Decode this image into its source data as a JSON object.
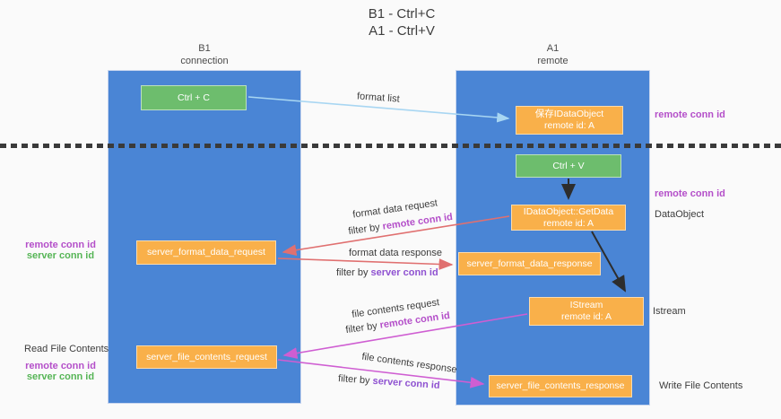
{
  "title": {
    "line1": "B1 - Ctrl+C",
    "line2": "A1 - Ctrl+V"
  },
  "columns": {
    "b1": {
      "header1": "B1",
      "header2": "connection"
    },
    "a1": {
      "header1": "A1",
      "header2": "remote"
    }
  },
  "nodes": {
    "ctrl_c": {
      "label": "Ctrl + C"
    },
    "save_dataobject": {
      "line1": "保存IDataObject",
      "line2": "remote id: A"
    },
    "ctrl_v": {
      "label": "Ctrl + V"
    },
    "getdata": {
      "line1": "IDataObject::GetData",
      "line2": "remote id: A"
    },
    "format_request": {
      "label": "server_format_data_request"
    },
    "format_response": {
      "label": "server_format_data_response"
    },
    "istream": {
      "line1": "IStream",
      "line2": "remote id: A"
    },
    "file_request": {
      "label": "server_file_contents_request"
    },
    "file_response": {
      "label": "server_file_contents_response"
    }
  },
  "edge_labels": {
    "format_list": "format list",
    "format_data_request": "format data request",
    "format_data_response": "format data response",
    "file_contents_request": "file contents request",
    "file_contents_response": "file contents response",
    "filter_by": "filter by ",
    "remote_conn_id": "remote conn id",
    "server_conn_id": "server conn id"
  },
  "side_labels": {
    "remote_conn_id": "remote conn id",
    "server_conn_id": "server conn id",
    "read_file_contents": "Read File Contents",
    "write_file_contents": "Write File Contents",
    "dataobject": "DataObject",
    "istream": "Istream"
  },
  "colors": {
    "column_blue": "#4a85d5",
    "box_orange": "#f9b04a",
    "box_green": "#6dbd6d",
    "label_purple": "#b44fc9",
    "label_violet": "#8f52d1",
    "label_green": "#56b556",
    "arrow_red": "#e07070",
    "arrow_magenta": "#cf5ed2",
    "arrow_lightblue": "#a8d6f2",
    "arrow_black": "#2d2d2d"
  }
}
